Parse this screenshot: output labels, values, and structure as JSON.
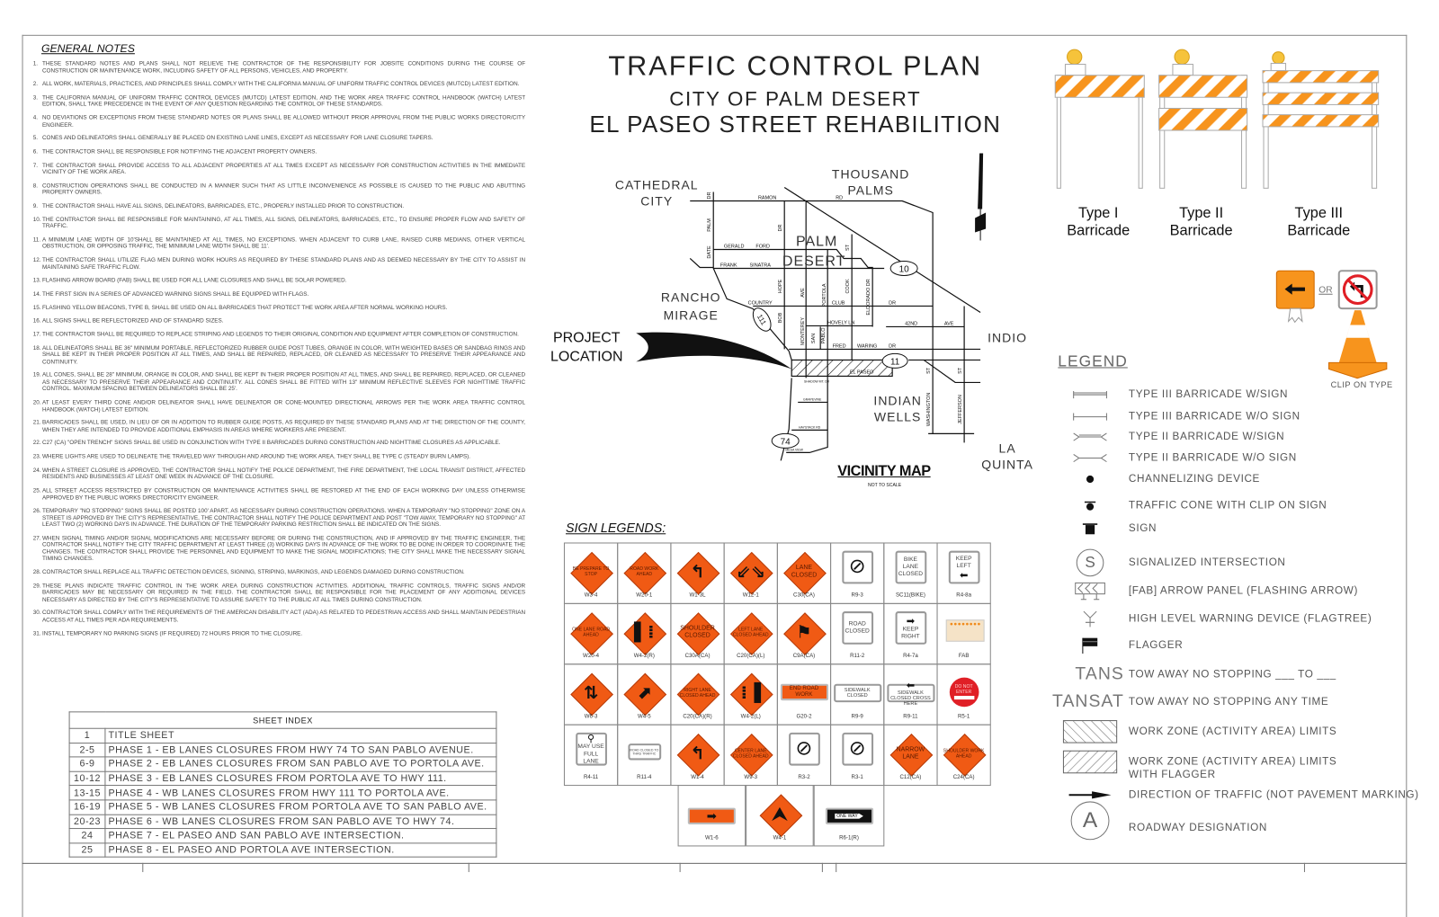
{
  "title": {
    "line1": "TRAFFIC CONTROL PLAN",
    "line2": "CITY OF PALM DESERT",
    "line3": "EL PASEO STREET REHABILITION"
  },
  "general_notes": {
    "heading": "GENERAL NOTES",
    "items": [
      {
        "num": "1.",
        "text": "THESE STANDARD NOTES AND PLANS SHALL NOT RELIEVE THE CONTRACTOR OF THE RESPONSIBILITY FOR JOBSITE CONDITIONS DURING THE COURSE OF CONSTRUCTION OR MAINTENANCE WORK, INCLUDING SAFETY OF ALL PERSONS, VEHICLES, AND PROPERTY."
      },
      {
        "num": "2.",
        "text": "ALL WORK, MATERIALS, PRACTICES, AND PRINCIPLES SHALL COMPLY WITH THE CALIFORNIA MANUAL OF UNIFORM TRAFFIC CONTROL DEVICES (MUTCD) LATEST EDITION."
      },
      {
        "num": "3.",
        "text": "The CALIFORNIA MANUAL OF UNIFORM TRAFFIC CONTROL DEVICES (MUTCD) LATEST EDITION, AND THE WORK AREA TRAFFIC CONTROL HANDBOOK (WATCH) LATEST EDITION, SHALL TAKE PRECEDENCE IN THE EVENT OF ANY QUESTION REGARDING THE CONTROL OF THESE STANDARDS."
      },
      {
        "num": "4.",
        "text": "NO DEVIATIONS OR EXCEPTIONS FROM THESE STANDARD NOTES OR PLANS SHALL BE ALLOWED WITHOUT PRIOR APPROVAL FROM THE PUBLIC WORKS DIRECTOR/CITY ENGINEER."
      },
      {
        "num": "5.",
        "text": "CONES AND DELINEATORS SHALL GENERALLY BE PLACED ON EXISTING LANE LINES, EXCEPT AS NECESSARY FOR LANE CLOSURE TAPERS."
      },
      {
        "num": "6.",
        "text": "THE CONTRACTOR SHALL BE RESPONSIBLE FOR NOTIFYING THE ADJACENT PROPERTY OWNERS."
      },
      {
        "num": "7.",
        "text": "THE CONTRACTOR SHALL PROVIDE ACCESS TO ALL ADJACENT PROPERTIES AT ALL TIMES EXCEPT AS NECESSARY FOR CONSTRUCTION ACTIVITIES IN THE IMMEDIATE VICINITY OF THE WORK AREA."
      },
      {
        "num": "8.",
        "text": "CONSTRUCTION OPERATIONS SHALL BE CONDUCTED IN A MANNER SUCH THAT AS LITTLE INCONVENIENCE AS POSSIBLE IS CAUSED TO THE PUBLIC AND ABUTTING PROPERTY OWNERS."
      },
      {
        "num": "9.",
        "text": "THE CONTRACTOR SHALL HAVE ALL SIGNS, DELINEATORS, BARRICADES, ETC., PROPERLY INSTALLED PRIOR TO CONSTRUCTION."
      },
      {
        "num": "10.",
        "text": "THE CONTRACTOR SHALL BE RESPONSIBLE FOR MAINTAINING, AT ALL TIMES, ALL SIGNS, DELINEATORS, BARRICADES, ETC., TO ENSURE PROPER FLOW AND SAFETY OF TRAFFIC."
      },
      {
        "num": "11.",
        "text": "A MINIMUM LANE WIDTH OF 10'SHALL BE MAINTAINED AT ALL TIMES, NO EXCEPTIONS. WHEN ADJACENT TO CURB LANE, RAISED CURB MEDIANS, OTHER VERTICAL OBSTRUCTION, OR OPPOSING TRAFFIC, THE MINIMUM LANE WIDTH SHALL BE 11'."
      },
      {
        "num": "12.",
        "text": "THE CONTRACTOR SHALL UTILIZE FLAG MEN DURING WORK HOURS AS REQUIRED BY THESE STANDARD PLANS AND AS DEEMED NECESSARY BY THE CITY TO ASSIST IN MAINTAINING SAFE TRAFFIC FLOW."
      },
      {
        "num": "13.",
        "text": "FLASHING ARROW BOARD (FAB) SHALL BE USED FOR ALL LANE CLOSURES AND SHALL BE SOLAR POWERED."
      },
      {
        "num": "14.",
        "text": "THE FIRST SIGN IN A SERIES OF ADVANCED WARNING SIGNS SHALL BE EQUIPPED WITH FLAGS."
      },
      {
        "num": "15.",
        "text": "FLASHING YELLOW BEACONS, TYPE B, SHALL BE USED ON ALL BARRICADES THAT PROTECT THE WORK AREA AFTER NORMAL WORKING HOURS."
      },
      {
        "num": "16.",
        "text": "ALL SIGNS SHALL BE REFLECTORIZED AND OF STANDARD SIZES."
      },
      {
        "num": "17.",
        "text": "THE CONTRACTOR SHALL BE REQUIRED TO REPLACE STRIPING AND LEGENDS TO THEIR ORIGINAL CONDITION AND EQUIPMENT AFTER COMPLETION OF CONSTRUCTION."
      },
      {
        "num": "18.",
        "text": "ALL DELINEATORS SHALL BE 36\" MINIMUM PORTABLE, REFLECTORIZED RUBBER GUIDE POST TUBES, ORANGE IN COLOR, WITH WEIGHTED BASES OR SANDBAG RINGS AND SHALL BE KEPT IN THEIR PROPER POSITION AT ALL TIMES, AND SHALL BE REPAIRED, REPLACED, OR CLEANED AS NECESSARY TO PRESERVE THEIR APPEARANCE AND CONTINUITY."
      },
      {
        "num": "19.",
        "text": "ALL CONES, SHALL BE 28\" MINIMUM, ORANGE IN COLOR, AND SHALL BE KEPT IN THEIR PROPER POSITION AT ALL TIMES, AND SHALL BE REPAIRED, REPLACED, OR CLEANED AS NECESSARY TO PRESERVE THEIR APPEARANCE AND CONTINUITY. ALL CONES SHALL BE FITTED WITH 13\" MINIMUM REFLECTIVE SLEEVES FOR NIGHTTIME TRAFFIC CONTROL. MAXIMUM SPACING BETWEEN DELINEATORS SHALL BE 25'."
      },
      {
        "num": "20.",
        "text": "AT LEAST EVERY THIRD CONE AND/OR DELINEATOR SHALL HAVE DELINEATOR OR CONE-MOUNTED DIRECTIONAL ARROWS PER THE WORK AREA TRAFFIC CONTROL HANDBOOK (WATCH) LATEST EDITION."
      },
      {
        "num": "21.",
        "text": "BARRICADES SHALL BE USED, IN LIEU OF OR IN ADDITION TO RUBBER GUIDE POSTS, AS REQUIRED BY THESE STANDARD PLANS AND AT THE DIRECTION OF THE COUNTY, WHEN THEY ARE INTENDED TO PROVIDE ADDITIONAL EMPHASIS IN AREAS WHERE WORKERS ARE PRESENT."
      },
      {
        "num": "22.",
        "text": "C27 (CA) \"OPEN TRENCH\" SIGNS SHALL BE USED IN CONJUNCTION WITH TYPE II BARRICADES DURING CONSTRUCTION AND NIGHTTIME CLOSURES AS APPLICABLE."
      },
      {
        "num": "23.",
        "text": "WHERE LIGHTS ARE USED TO DELINEATE THE TRAVELED WAY THROUGH AND AROUND THE WORK AREA, THEY SHALL BE TYPE C (STEADY BURN LAMPS)."
      },
      {
        "num": "24.",
        "text": "WHEN A STREET CLOSURE IS APPROVED, THE CONTRACTOR SHALL NOTIFY THE POLICE DEPARTMENT, THE FIRE DEPARTMENT, THE LOCAL TRANSIT DISTRICT, AFFECTED RESIDENTS AND BUSINESSES AT LEAST ONE WEEK IN ADVANCE OF THE CLOSURE."
      },
      {
        "num": "25.",
        "text": "ALL STREET ACCESS RESTRICTED BY CONSTRUCTION OR MAINTENANCE ACTIVITIES SHALL BE RESTORED AT THE END OF EACH WORKING DAY UNLESS OTHERWISE APPROVED BY THE PUBLIC WORKS DIRECTOR/CITY ENGINEER."
      },
      {
        "num": "26.",
        "text": "TEMPORARY \"NO STOPPING\" SIGNS SHALL BE POSTED 100' APART, AS NECESSARY DURING CONSTRUCTION OPERATIONS. WHEN A TEMPORARY \"NO STOPPING\" ZONE ON A STREET IS APPROVED BY THE CITY'S REPRESENTATIVE, THE CONTRACTOR SHALL NOTIFY THE POLICE DEPARTMENT AND POST \"TOW AWAY, TEMPORARY NO STOPPING\" AT LEAST TWO (2) WORKING DAYS IN ADVANCE. THE DURATION OF THE TEMPORARY PARKING RESTRICTION SHALL BE INDICATED ON THE SIGNS."
      },
      {
        "num": "27.",
        "text": "WHEN SIGNAL TIMING AND/OR SIGNAL MODIFICATIONS ARE NECESSARY BEFORE OR DURING THE CONSTRUCTION, AND IF APPROVED BY THE TRAFFIC ENGINEER, THE CONTRACTOR SHALL NOTIFY THE CITY TRAFFIC DEPARTMENT AT LEAST THREE (3) WORKING DAYS IN ADVANCE OF THE WORK TO BE DONE IN ORDER TO COORDINATE THE CHANGES. THE CONTRACTOR SHALL PROVIDE THE PERSONNEL AND EQUIPMENT TO MAKE THE SIGNAL MODIFICATIONS; THE CITY SHALL MAKE THE NECESSARY SIGNAL TIMING CHANGES."
      },
      {
        "num": "28.",
        "text": "CONTRACTOR SHALL REPLACE ALL TRAFFIC DETECTION DEVICES, SIGNING, STRIPING, MARKINGS, AND LEGENDS DAMAGED DURING CONSTRUCTION."
      },
      {
        "num": "29.",
        "text": "THESE PLANS INDICATE TRAFFIC CONTROL IN THE WORK AREA DURING CONSTRUCTION ACTIVITIES. ADDITIONAL TRAFFIC CONTROLS, TRAFFIC SIGNS AND/OR BARRICADES MAY BE NECESSARY OR REQUIRED IN THE FIELD. THE CONTRACTOR SHALL BE RESPONSIBLE FOR THE PLACEMENT OF ANY ADDITIONAL DEVICES NECESSARY AS DIRECTED BY THE CITY'S REPRESENTATIVE TO ASSURE SAFETY TO THE PUBLIC AT ALL TIMES DURING CONSTRUCTION."
      },
      {
        "num": "30.",
        "text": "CONTRACTOR SHALL COMPLY WITH THE REQUIREMENTS OF THE AMERICAN DISABILITY ACT (ADA) AS RELATED TO PEDESTRIAN ACCESS AND SHALL MAINTAIN PEDESTRIAN ACCESS AT ALL TIMES PER ADA REQUIREMENTS."
      },
      {
        "num": "31.",
        "text": "INSTALL TEMPORARY NO PARKING SIGNS (IF REQUIRED) 72 HOURS PRIOR TO THE CLOSURE."
      }
    ]
  },
  "sheet_index": {
    "heading": "SHEET INDEX",
    "rows": [
      {
        "sheets": "1",
        "desc": "TITLE SHEET"
      },
      {
        "sheets": "2-5",
        "desc": "PHASE 1 - EB LANES CLOSURES FROM HWY 74 TO SAN PABLO AVENUE."
      },
      {
        "sheets": "6-9",
        "desc": "PHASE 2 - EB LANES CLOSURES FROM SAN PABLO AVE TO PORTOLA AVE."
      },
      {
        "sheets": "10-12",
        "desc": "PHASE 3 - EB LANES CLOSURES FROM PORTOLA AVE TO HWY 111."
      },
      {
        "sheets": "13-15",
        "desc": "PHASE 4 - WB LANES CLOSURES FROM HWY 111 TO PORTOLA AVE."
      },
      {
        "sheets": "16-19",
        "desc": "PHASE 5 - WB LANES CLOSURES FROM PORTOLA AVE TO SAN PABLO AVE."
      },
      {
        "sheets": "20-23",
        "desc": "PHASE 6 - WB LANES CLOSURES FROM SAN PABLO AVE TO HWY 74."
      },
      {
        "sheets": "24",
        "desc": "PHASE 7 - EL PASEO AND SAN PABLO AVE INTERSECTION."
      },
      {
        "sheets": "25",
        "desc": "PHASE 8 - EL PASEO AND PORTOLA AVE INTERSECTION."
      }
    ]
  },
  "vicinity_map": {
    "title": "VICINITY MAP",
    "subtitle": "NOT TO SCALE",
    "project_label": [
      "PROJECT",
      "LOCATION"
    ],
    "cities": {
      "cathedral": [
        "CATHEDRAL",
        "CITY"
      ],
      "thousand": [
        "THOUSAND",
        "PALMS"
      ],
      "palm_desert": [
        "PALM",
        "DESERT"
      ],
      "rancho": [
        "RANCHO",
        "MIRAGE"
      ],
      "indio": "INDIO",
      "indian_wells": [
        "INDIAN",
        "WELLS"
      ],
      "la_quinta": [
        "LA",
        "QUINTA"
      ]
    },
    "streets": {
      "ramon": "RAMON",
      "rd": "RD",
      "dr1": "DR",
      "palm": "PALM",
      "date": "DATE",
      "gerald": "GERALD",
      "ford": "FORD",
      "frank": "FRANK",
      "sinatra": "SINATRA",
      "dr2": "DR",
      "hope": "HOPE",
      "bob": "BOB",
      "ave1": "AVE",
      "monterey": "MONTEREY",
      "portola": "PORTOLA",
      "san": "SAN",
      "pablo": "PABLO",
      "st1": "ST",
      "cook": "COOK",
      "eldorado": "ELDORADO DR",
      "country": "COUNTRY",
      "club": "CLUB",
      "dr3": "DR",
      "hovely": "HOVELY LN",
      "n42": "42ND",
      "ave2": "AVE",
      "fred": "FRED",
      "waring": "WARING",
      "dr4": "DR",
      "washington": "WASHINGTON",
      "st2": "ST",
      "jefferson": "JEFFERSON",
      "st3": "ST",
      "el_paseo": "EL PASEO",
      "shadow": "SHADOW MT. DR",
      "grapevine": "GRAPEVINE",
      "haystack": "HAYSTACK RD",
      "mesa": "MESA VIEW"
    },
    "routes": {
      "i10": "10",
      "hwy111a": "111",
      "hwy111b": "11",
      "hwy74": "74"
    }
  },
  "barricades": [
    {
      "line1": "Type I",
      "line2": "Barricade"
    },
    {
      "line1": "Type II",
      "line2": "Barricade"
    },
    {
      "line1": "Type III",
      "line2": "Barricade"
    }
  ],
  "cone": {
    "or_label": "OR",
    "caption": "CLIP ON TYPE"
  },
  "colors": {
    "sign_orange": "#f05a14",
    "barricade_orange": "#f7941d",
    "beacon": "#f6c33b",
    "stop_red": "#e01f26"
  },
  "sign_legends": {
    "heading": "SIGN LEGENDS:",
    "rows": [
      [
        {
          "code": "W3-4",
          "shape": "diamond",
          "text": "BE PREPARE TO STOP"
        },
        {
          "code": "W20-1",
          "shape": "diamond",
          "text": "ROAD WORK AHEAD"
        },
        {
          "code": "W1-3L",
          "shape": "diamond",
          "icon": "reverse-curve-icon"
        },
        {
          "code": "W12-1",
          "shape": "diamond",
          "icon": "double-arrow-icon"
        },
        {
          "code": "C30(CA)",
          "shape": "diamond",
          "text": "LANE CLOSED",
          "big": true
        },
        {
          "code": "R9-3",
          "shape": "white",
          "icon": "no-pedestrian-icon"
        },
        {
          "code": "SC11(BIKE)",
          "shape": "white",
          "text": "BIKE LANE CLOSED"
        },
        {
          "code": "R4-8a",
          "shape": "white",
          "text": "KEEP LEFT",
          "icon": "arrow-left-icon"
        }
      ],
      [
        {
          "code": "W20-4",
          "shape": "diamond",
          "text": "ONE LANE ROAD AHEAD"
        },
        {
          "code": "W4-2(R)",
          "shape": "diamond",
          "icon": "lane-ends-right-icon"
        },
        {
          "code": "C30A(CA)",
          "shape": "diamond",
          "text": "SHOULDER CLOSED",
          "big": true
        },
        {
          "code": "C20(CA)(L)",
          "shape": "diamond",
          "text": "LEFT LANE CLOSED AHEAD"
        },
        {
          "code": "C9A(CA)",
          "shape": "diamond",
          "icon": "flagger-icon"
        },
        {
          "code": "R11-2",
          "shape": "white",
          "text": "ROAD CLOSED"
        },
        {
          "code": "R4-7a",
          "shape": "white",
          "text": "KEEP RIGHT",
          "icon": "arrow-right-icon"
        },
        {
          "code": "FAB",
          "shape": "fab"
        }
      ],
      [
        {
          "code": "W6-3",
          "shape": "diamond",
          "icon": "two-way-traffic-icon"
        },
        {
          "code": "W4-5",
          "shape": "diamond",
          "icon": "merge-arrow-icon"
        },
        {
          "code": "C20(CA)(R)",
          "shape": "diamond",
          "text": "RIGHT LANE CLOSED AHEAD"
        },
        {
          "code": "W4-2(L)",
          "shape": "diamond",
          "icon": "lane-ends-left-icon"
        },
        {
          "code": "G20-2",
          "shape": "orange-rect",
          "text": "END ROAD WORK"
        },
        {
          "code": "R9-9",
          "shape": "white-wide",
          "text": "SIDEWALK CLOSED"
        },
        {
          "code": "R9-11",
          "shape": "white-wide",
          "text": "SIDEWALK CLOSED CROSS HERE",
          "icon": "arrow-left-icon"
        },
        {
          "code": "R5-1",
          "shape": "do-not-enter",
          "text": "DO NOT ENTER"
        }
      ],
      [
        {
          "code": "R4-11",
          "shape": "white",
          "text": "MAY USE FULL LANE",
          "icon": "bicycle-icon"
        },
        {
          "code": "R11-4",
          "shape": "white-small",
          "text": "ROAD CLOSED TO THRU TRAFFIC"
        },
        {
          "code": "W1-4",
          "shape": "diamond",
          "icon": "reverse-curve-icon"
        },
        {
          "code": "W9-3",
          "shape": "diamond",
          "text": "CENTER LANE CLOSED AHEAD"
        },
        {
          "code": "R3-2",
          "shape": "white",
          "icon": "no-left-turn-icon"
        },
        {
          "code": "R3-1",
          "shape": "white",
          "icon": "no-right-turn-icon"
        },
        {
          "code": "C12(CA)",
          "shape": "diamond",
          "text": "NARROW LANE",
          "big": true
        },
        {
          "code": "C24(CA)",
          "shape": "diamond",
          "text": "SHOULDER WORK AHEAD"
        }
      ],
      [
        {
          "code": "W1-6",
          "shape": "orange-arrow",
          "icon": "arrow-right-icon"
        },
        {
          "code": "W4-1",
          "shape": "diamond",
          "icon": "merge-icon"
        },
        {
          "code": "R6-1(R)",
          "shape": "one-way",
          "text": "ONE WAY"
        }
      ]
    ]
  },
  "legend": {
    "heading": "LEGEND",
    "items": [
      {
        "symbol": "type3-with-sign",
        "text": "TYPE III BARRICADE W/SIGN"
      },
      {
        "symbol": "type3-without-sign",
        "text": "TYPE III BARRICADE W/O SIGN"
      },
      {
        "symbol": "type2-with-sign",
        "text": "TYPE II BARRICADE W/SIGN"
      },
      {
        "symbol": "type2-without-sign",
        "text": "TYPE II BARRICADE W/O SIGN"
      },
      {
        "symbol": "channelizing-device",
        "text": "CHANNELIZING DEVICE"
      },
      {
        "symbol": "cone-with-sign",
        "text": "TRAFFIC CONE WITH CLIP ON SIGN"
      },
      {
        "symbol": "sign",
        "text": "SIGN"
      },
      {
        "symbol": "signalized",
        "label": "S",
        "text": "SIGNALIZED INTERSECTION"
      },
      {
        "symbol": "arrow-panel",
        "text": "[FAB] ARROW PANEL (FLASHING ARROW)"
      },
      {
        "symbol": "flagtree",
        "text": "HIGH LEVEL WARNING DEVICE (FLAGTREE)"
      },
      {
        "symbol": "flagger",
        "text": "FLAGGER"
      },
      {
        "symbol": "text",
        "label": "TANS",
        "text": "TOW AWAY NO STOPPING ___ TO ___"
      },
      {
        "symbol": "text",
        "label": "TANSAT",
        "text": "TOW AWAY NO STOPPING ANY TIME"
      },
      {
        "symbol": "hatch-back",
        "text": "WORK ZONE (ACTIVITY AREA) LIMITS"
      },
      {
        "symbol": "hatch-fwd",
        "text": "WORK ZONE (ACTIVITY AREA) LIMITS\nWITH FLAGGER"
      },
      {
        "symbol": "direction-arrow",
        "text": "DIRECTION OF TRAFFIC (NOT PAVEMENT MARKING)"
      },
      {
        "symbol": "roadway",
        "label": "A",
        "text": "ROADWAY DESIGNATION"
      }
    ]
  }
}
